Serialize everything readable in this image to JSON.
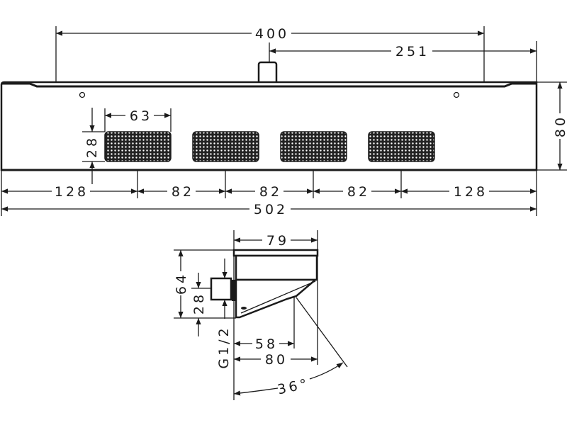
{
  "drawing": {
    "front_view": {
      "dim_overall_top": "400",
      "dim_to_inlet": "251",
      "dim_height": "80",
      "dim_nozzle_width": "63",
      "dim_nozzle_height": "28",
      "dim_spacing": [
        "128",
        "82",
        "82",
        "82",
        "128"
      ],
      "dim_total_width": "502"
    },
    "side_view": {
      "dim_depth_top": "79",
      "dim_height": "64",
      "dim_connector": "28",
      "thread": "G1/2",
      "dim_58": "58",
      "dim_80": "80",
      "angle": "36°"
    }
  }
}
